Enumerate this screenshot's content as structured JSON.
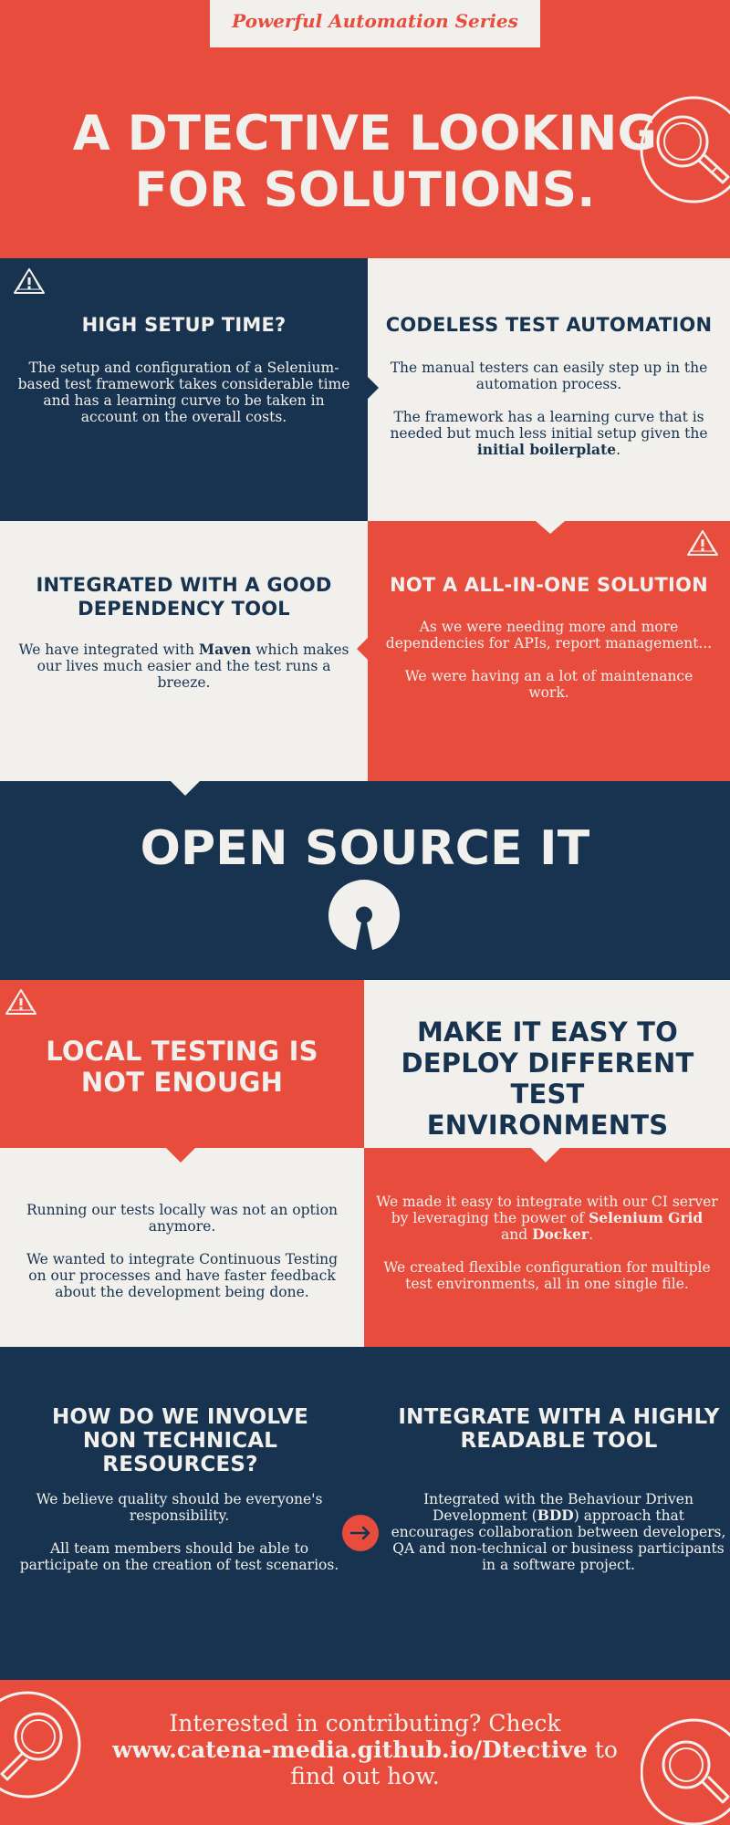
{
  "header": {
    "series_tag": "Powerful Automation Series",
    "title_line1": "A DTECTIVE LOOKING",
    "title_line2": "FOR SOLUTIONS."
  },
  "section1": {
    "left": {
      "heading": "HIGH SETUP TIME?",
      "text": "The setup and configuration of a Selenium-based test framework takes considerable time and has a learning curve to be taken in account on the overall costs."
    },
    "right": {
      "heading": "CODELESS TEST AUTOMATION",
      "p1": "The manual testers can easily step up in the automation process.",
      "p2_pre": "The framework has a learning curve that is needed but much less initial setup given the ",
      "p2_bold": "initial boilerplate",
      "p2_post": "."
    }
  },
  "section2": {
    "left": {
      "heading": "INTEGRATED WITH A GOOD DEPENDENCY TOOL",
      "pre": "We have integrated with ",
      "bold": "Maven",
      "post": " which makes our lives much easier and the test runs a breeze."
    },
    "right": {
      "heading": "NOT A ALL-IN-ONE SOLUTION",
      "p1": "As we were needing more and more dependencies for APIs, report management...",
      "p2": "We were having an a lot of maintenance work."
    }
  },
  "open_source": {
    "title": "OPEN SOURCE IT"
  },
  "section3": {
    "left": {
      "heading": "LOCAL TESTING IS NOT ENOUGH",
      "p1": "Running our tests locally was not an option anymore.",
      "p2": "We wanted to integrate Continuous Testing on our processes and have faster feedback about the development being done."
    },
    "right": {
      "heading": "MAKE IT EASY TO DEPLOY  DIFFERENT TEST ENVIRONMENTS",
      "p1_pre": "We made it easy to integrate with our CI server by leveraging the power of ",
      "p1_bold1": "Selenium Grid",
      "p1_mid": " and ",
      "p1_bold2": "Docker",
      "p1_post": ".",
      "p2": "We created flexible configuration for multiple test environments, all in one single file."
    }
  },
  "section4": {
    "left": {
      "heading": "HOW DO WE INVOLVE NON TECHNICAL RESOURCES?",
      "p1": "We believe quality should be everyone's responsibility.",
      "p2": "All team members should be able to participate on the creation of test scenarios."
    },
    "right": {
      "heading": "INTEGRATE WITH A HIGHLY READABLE TOOL",
      "pre": "Integrated with the Behaviour Driven Development (",
      "bold": "BDD",
      "post": ") approach that encourages collaboration between developers, QA and non-technical or business participants in a software project."
    }
  },
  "footer": {
    "pre": "Interested in contributing? Check ",
    "link": "www.catena-media.github.io/Dtective",
    "post": " to find out how."
  },
  "icons": {
    "header": "magnifier-icon",
    "warning": "warning-icon",
    "open_source": "open-source-logo",
    "arrow": "arrow-right-icon"
  },
  "colors": {
    "red": "#e74c3c",
    "navy": "#17334f",
    "cream": "#f1f0ec"
  }
}
